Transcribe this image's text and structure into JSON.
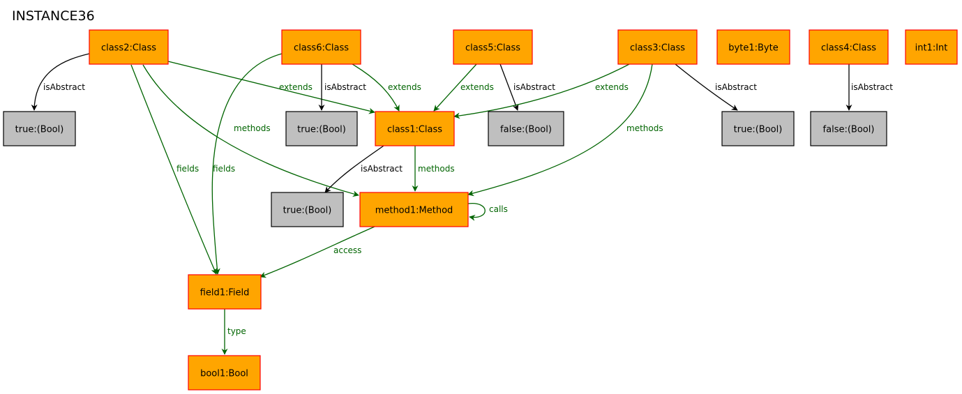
{
  "title": "INSTANCE36",
  "colors": {
    "object_fill": "#ffa500",
    "object_border": "#ff0000",
    "value_fill": "#bfbfbf",
    "value_border": "#000000",
    "reference_edge": "#006400",
    "attribute_edge": "#000000"
  },
  "nodes": [
    {
      "id": "class2",
      "label": "class2:Class",
      "kind": "object"
    },
    {
      "id": "class6",
      "label": "class6:Class",
      "kind": "object"
    },
    {
      "id": "class5",
      "label": "class5:Class",
      "kind": "object"
    },
    {
      "id": "class3",
      "label": "class3:Class",
      "kind": "object"
    },
    {
      "id": "byte1",
      "label": "byte1:Byte",
      "kind": "object"
    },
    {
      "id": "class4",
      "label": "class4:Class",
      "kind": "object"
    },
    {
      "id": "int1",
      "label": "int1:Int",
      "kind": "object"
    },
    {
      "id": "bool_c2",
      "label": "true:(Bool)",
      "kind": "value"
    },
    {
      "id": "bool_c6",
      "label": "true:(Bool)",
      "kind": "value"
    },
    {
      "id": "class1",
      "label": "class1:Class",
      "kind": "object"
    },
    {
      "id": "bool_c5",
      "label": "false:(Bool)",
      "kind": "value"
    },
    {
      "id": "bool_c3",
      "label": "true:(Bool)",
      "kind": "value"
    },
    {
      "id": "bool_c4",
      "label": "false:(Bool)",
      "kind": "value"
    },
    {
      "id": "bool_c1",
      "label": "true:(Bool)",
      "kind": "value"
    },
    {
      "id": "method1",
      "label": "method1:Method",
      "kind": "object"
    },
    {
      "id": "field1",
      "label": "field1:Field",
      "kind": "object"
    },
    {
      "id": "bool1",
      "label": "bool1:Bool",
      "kind": "object"
    }
  ],
  "edges": [
    {
      "id": "e1",
      "from": "class2",
      "to": "bool_c2",
      "label": "isAbstract",
      "kind": "attribute"
    },
    {
      "id": "e2",
      "from": "class2",
      "to": "class1",
      "label": "extends",
      "kind": "reference"
    },
    {
      "id": "e3",
      "from": "class2",
      "to": "method1",
      "label": "methods",
      "kind": "reference"
    },
    {
      "id": "e4",
      "from": "class2",
      "to": "field1",
      "label": "fields",
      "kind": "reference"
    },
    {
      "id": "e5",
      "from": "class6",
      "to": "bool_c6",
      "label": "isAbstract",
      "kind": "attribute"
    },
    {
      "id": "e6",
      "from": "class6",
      "to": "class1",
      "label": "extends",
      "kind": "reference"
    },
    {
      "id": "e7",
      "from": "class6",
      "to": "field1",
      "label": "fields",
      "kind": "reference"
    },
    {
      "id": "e8",
      "from": "class5",
      "to": "class1",
      "label": "extends",
      "kind": "reference"
    },
    {
      "id": "e9",
      "from": "class5",
      "to": "bool_c5",
      "label": "isAbstract",
      "kind": "attribute"
    },
    {
      "id": "e10",
      "from": "class3",
      "to": "class1",
      "label": "extends",
      "kind": "reference"
    },
    {
      "id": "e11",
      "from": "class3",
      "to": "bool_c3",
      "label": "isAbstract",
      "kind": "attribute"
    },
    {
      "id": "e12",
      "from": "class3",
      "to": "method1",
      "label": "methods",
      "kind": "reference"
    },
    {
      "id": "e13",
      "from": "class4",
      "to": "bool_c4",
      "label": "isAbstract",
      "kind": "attribute"
    },
    {
      "id": "e14",
      "from": "class1",
      "to": "bool_c1",
      "label": "isAbstract",
      "kind": "attribute"
    },
    {
      "id": "e15",
      "from": "class1",
      "to": "method1",
      "label": "methods",
      "kind": "reference"
    },
    {
      "id": "e16",
      "from": "method1",
      "to": "method1",
      "label": "calls",
      "kind": "reference"
    },
    {
      "id": "e17",
      "from": "method1",
      "to": "field1",
      "label": "access",
      "kind": "reference"
    },
    {
      "id": "e18",
      "from": "field1",
      "to": "bool1",
      "label": "type",
      "kind": "reference"
    }
  ]
}
